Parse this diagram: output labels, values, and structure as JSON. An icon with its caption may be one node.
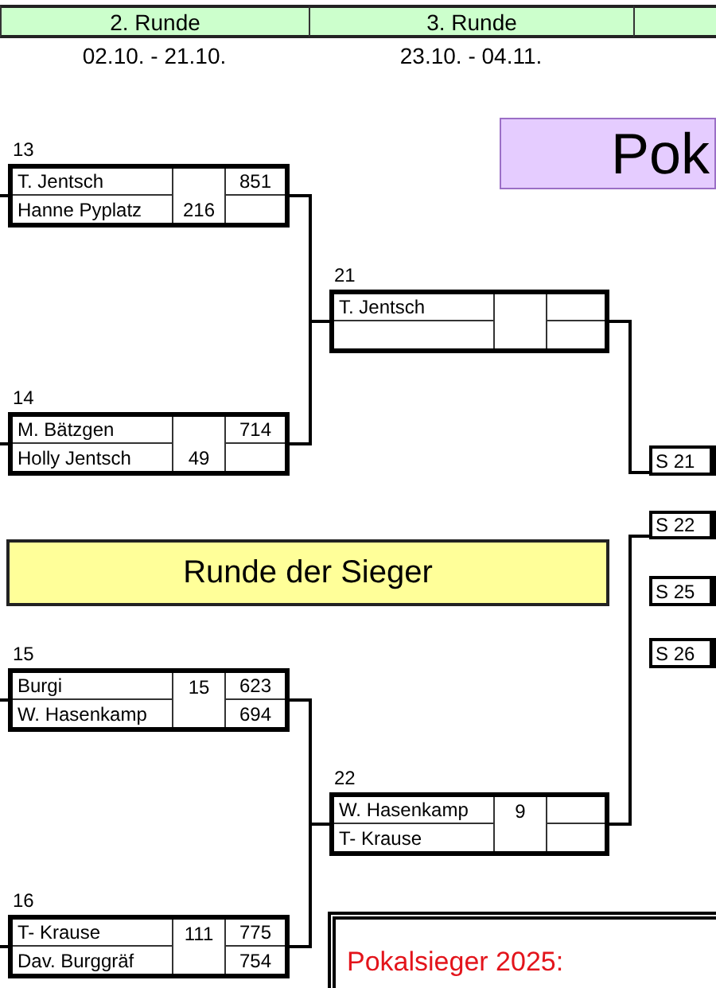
{
  "diagram": {
    "nodes": [
      {
        "text": [
          "2. Runde"
        ],
        "beside": [
          "02.10. - 21.10."
        ]
      },
      {
        "text": [
          "3. Runde"
        ],
        "beside": [
          "23.10. - 04.11."
        ]
      },
      {
        "text": [],
        "shape": "box"
      },
      {
        "text": [
          "Pok"
        ]
      },
      {
        "text": [],
        "shape": "box",
        "beside": [
          "13"
        ]
      },
      {
        "text": [
          "T. Jentsch"
        ],
        "in": 4
      },
      {
        "text": [
          "851"
        ],
        "in": 4
      },
      {
        "text": [
          "Hanne Pyplatz"
        ],
        "in": 4
      },
      {
        "text": [
          "216"
        ],
        "in": 4
      },
      {
        "text": [],
        "shape": "box",
        "beside": [
          "21"
        ]
      },
      {
        "text": [
          "T. Jentsch"
        ],
        "in": 9
      },
      {
        "text": [],
        "shape": "box",
        "beside": [
          "14"
        ]
      },
      {
        "text": [
          "M. Bätzgen"
        ],
        "in": 11
      },
      {
        "text": [
          "714"
        ],
        "in": 11
      },
      {
        "text": [
          "Holly Jentsch"
        ],
        "in": 11
      },
      {
        "text": [
          "49"
        ],
        "in": 11
      },
      {
        "text": [
          "S 21"
        ]
      },
      {
        "text": [
          "S 22"
        ]
      },
      {
        "text": [
          "Runde der Sieger"
        ]
      },
      {
        "text": [
          "S 25"
        ]
      },
      {
        "text": [
          "S 26"
        ]
      },
      {
        "text": [],
        "shape": "box",
        "beside": [
          "15"
        ]
      },
      {
        "text": [
          "Burgi"
        ],
        "in": 21
      },
      {
        "text": [
          "15"
        ],
        "in": 21
      },
      {
        "text": [
          "623"
        ],
        "in": 21
      },
      {
        "text": [
          "W. Hasenkamp"
        ],
        "in": 21
      },
      {
        "text": [
          "694"
        ],
        "in": 21
      },
      {
        "text": [],
        "shape": "box",
        "beside": [
          "22"
        ]
      },
      {
        "text": [
          "W. Hasenkamp"
        ],
        "in": 27
      },
      {
        "text": [
          "9"
        ],
        "in": 27
      },
      {
        "text": [
          "T- Krause"
        ],
        "in": 27
      },
      {
        "text": [],
        "shape": "box",
        "beside": [
          "16"
        ]
      },
      {
        "text": [
          "T- Krause"
        ],
        "in": 31
      },
      {
        "text": [
          "111"
        ],
        "in": 31
      },
      {
        "text": [
          "775"
        ],
        "in": 31
      },
      {
        "text": [
          "Dav. Burggräf"
        ],
        "in": 31
      },
      {
        "text": [
          "754"
        ],
        "in": 31
      },
      {
        "text": [
          "Pokalsieger 2025:"
        ]
      }
    ],
    "edges": [
      {
        "from": null,
        "to": 4,
        "arrow": "none"
      },
      {
        "from": null,
        "to": 11,
        "arrow": "none"
      },
      {
        "from": null,
        "to": 21,
        "arrow": "none"
      },
      {
        "from": null,
        "to": 31,
        "arrow": "none"
      },
      {
        "from": 4,
        "to": 9,
        "arrow": "none"
      },
      {
        "from": 11,
        "to": 9,
        "arrow": "none"
      },
      {
        "from": 21,
        "to": 27,
        "arrow": "none"
      },
      {
        "from": 31,
        "to": 27,
        "arrow": "none"
      },
      {
        "from": 9,
        "to": 16,
        "arrow": "none"
      },
      {
        "from": 27,
        "to": 17,
        "arrow": "none"
      }
    ]
  }
}
